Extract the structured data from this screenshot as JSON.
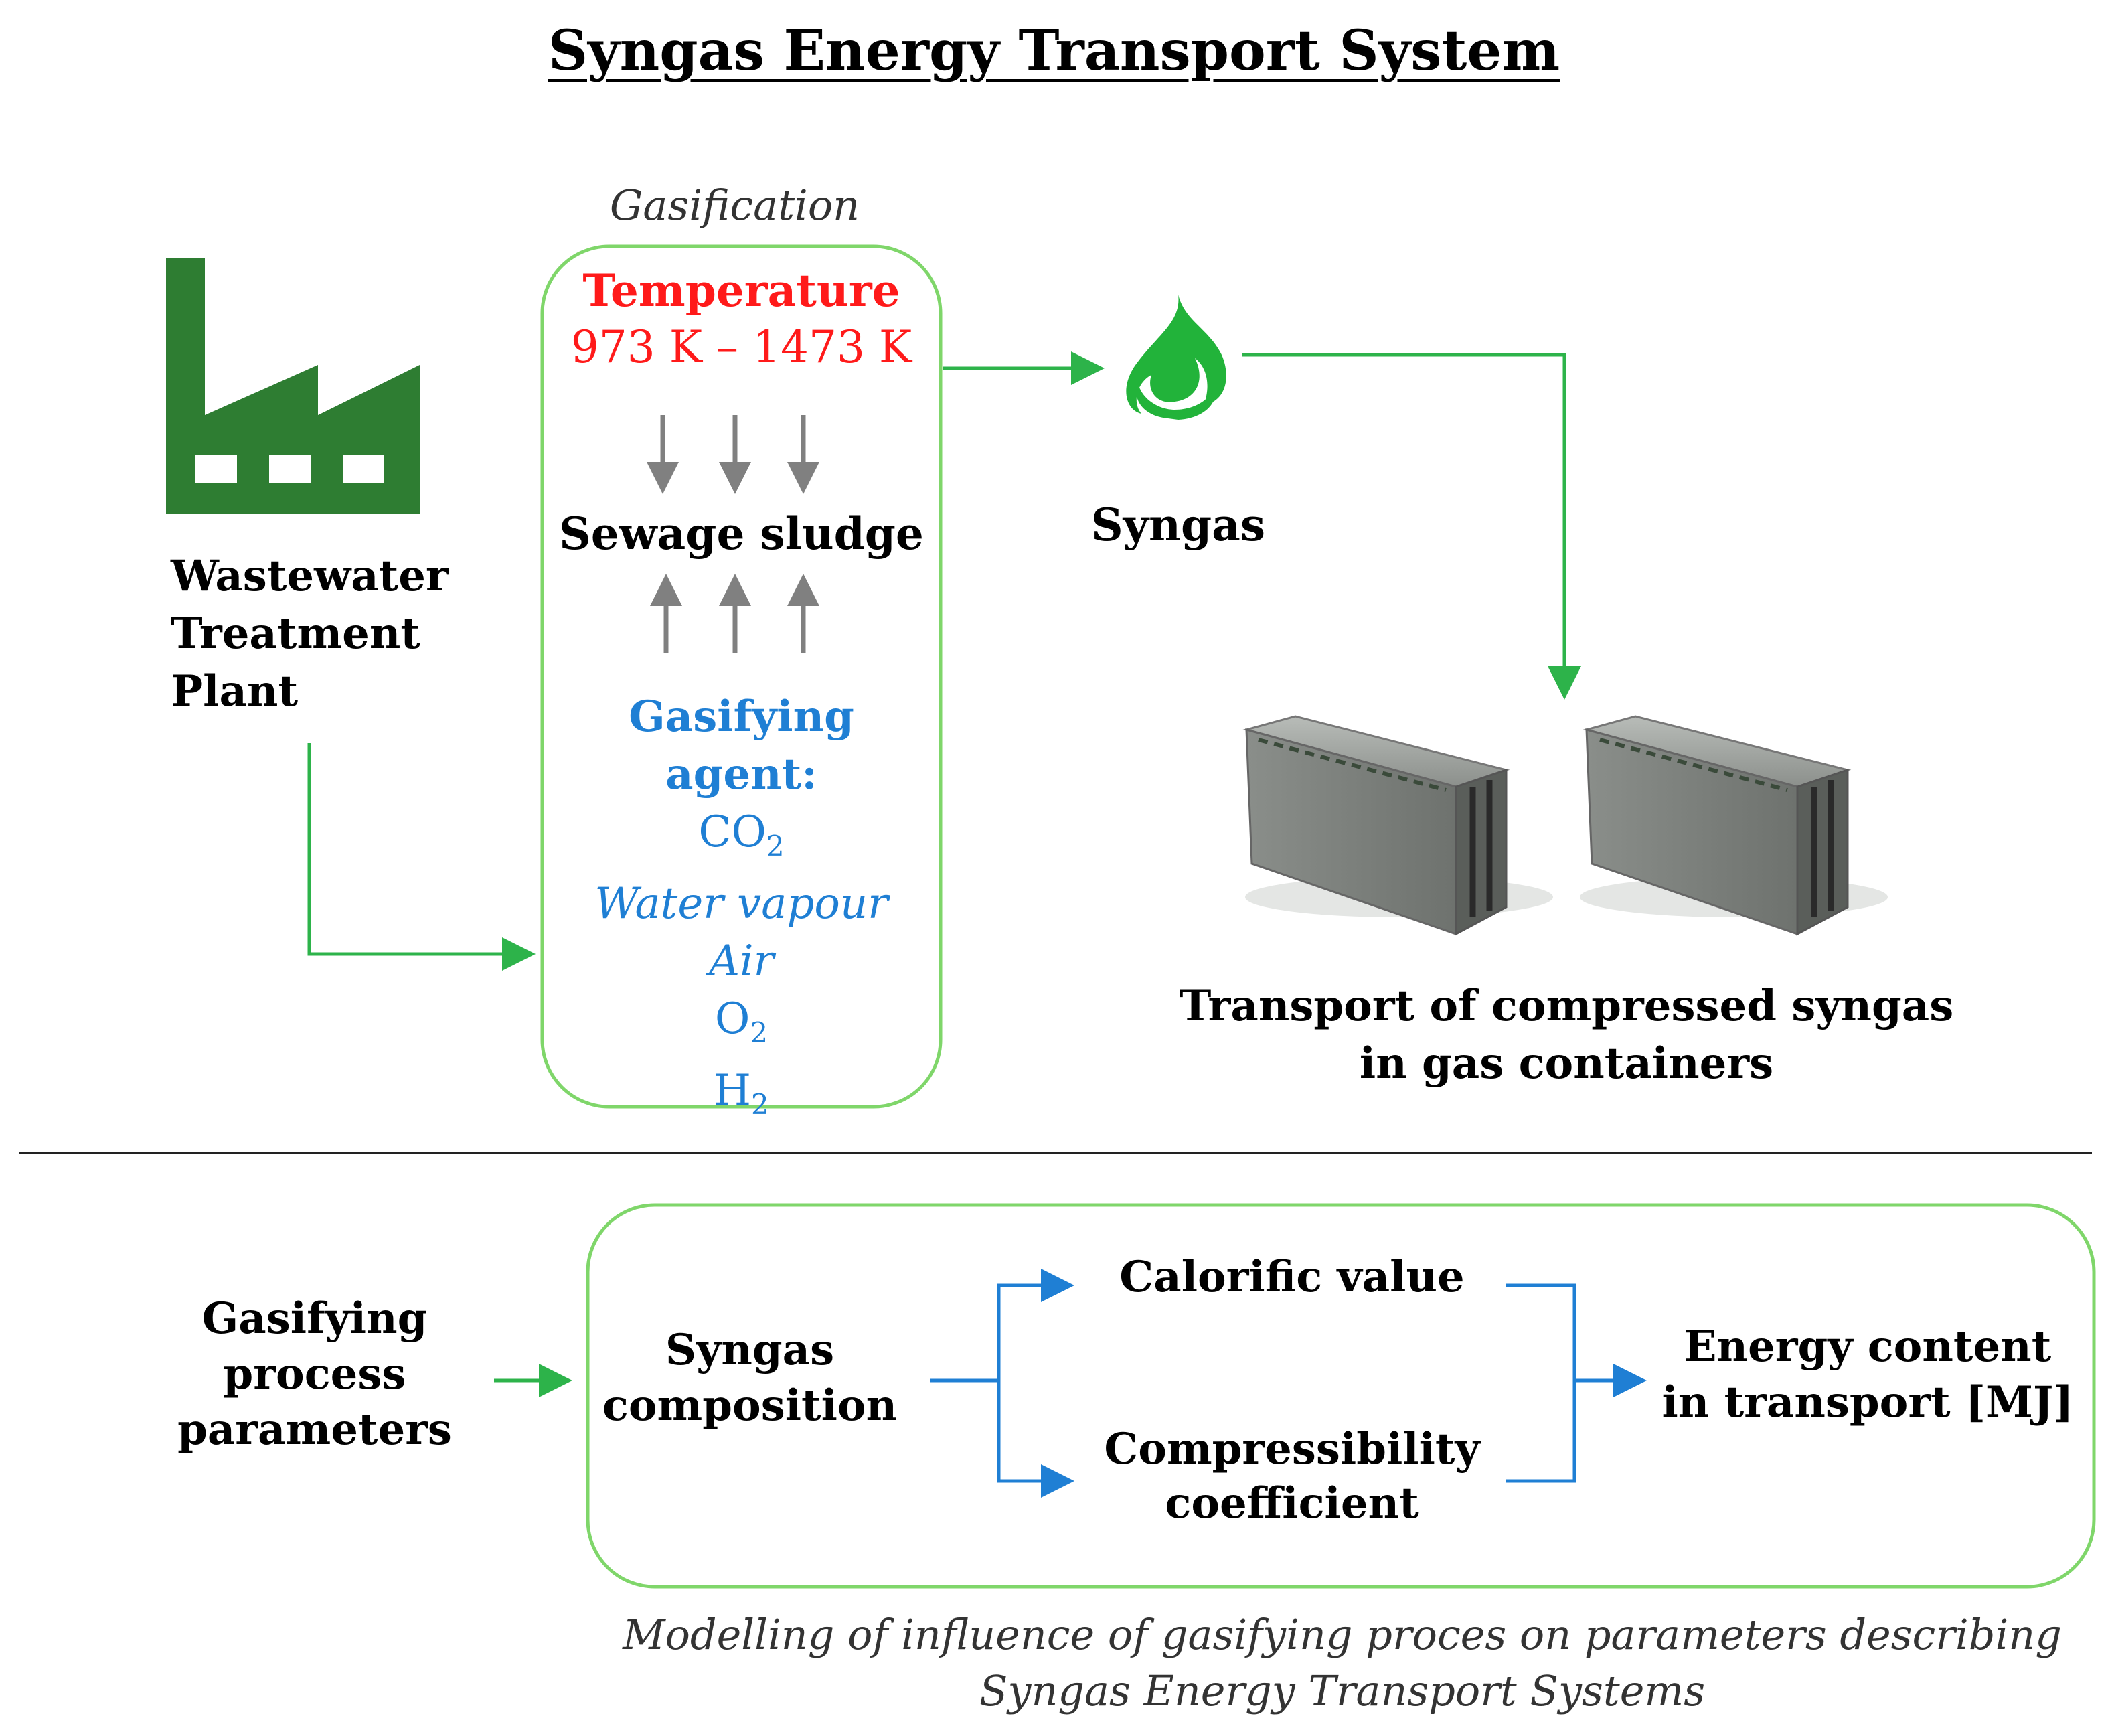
{
  "title": "Syngas Energy Transport System",
  "colors": {
    "green_line": "#2db34a",
    "green_box": "#7fd66a",
    "blue_line": "#1f7fd4",
    "factory": "#2e7d32",
    "temperature": "#ff1a1a",
    "agent": "#1f7fd4",
    "grey_arrow": "#808080",
    "flame": "#22b33a"
  },
  "icons": {
    "factory": "factory-icon",
    "flame": "flame-icon",
    "container": "gas-container-icon"
  },
  "top": {
    "plant_lines": [
      "Wastewater",
      "Treatment",
      "Plant"
    ],
    "gasification_label": "Gasification",
    "temperature_label": "Temperature",
    "temperature_range": "973 K – 1473 K",
    "sludge_label": "Sewage sludge",
    "agent_title_lines": [
      "Gasifying",
      "agent:"
    ],
    "agent_items": [
      {
        "base": "CO",
        "sub": "2",
        "italic": false
      },
      {
        "base": "Water vapour",
        "sub": "",
        "italic": true
      },
      {
        "base": "Air",
        "sub": "",
        "italic": true
      },
      {
        "base": "O",
        "sub": "2",
        "italic": false
      },
      {
        "base": "H",
        "sub": "2",
        "italic": false
      }
    ],
    "syngas_label": "Syngas",
    "transport_lines": [
      "Transport of compressed syngas",
      "in gas containers"
    ]
  },
  "bottom": {
    "params_lines": [
      "Gasifying",
      "process",
      "parameters"
    ],
    "composition_lines": [
      "Syngas",
      "composition"
    ],
    "calorific_label": "Calorific value",
    "compress_lines": [
      "Compressibility",
      "coefficient"
    ],
    "energy_lines": [
      "Energy content",
      "in transport [MJ]"
    ],
    "caption_lines": [
      "Modelling of influence of gasifying proces on parameters describing",
      "Syngas Energy Transport Systems"
    ]
  }
}
